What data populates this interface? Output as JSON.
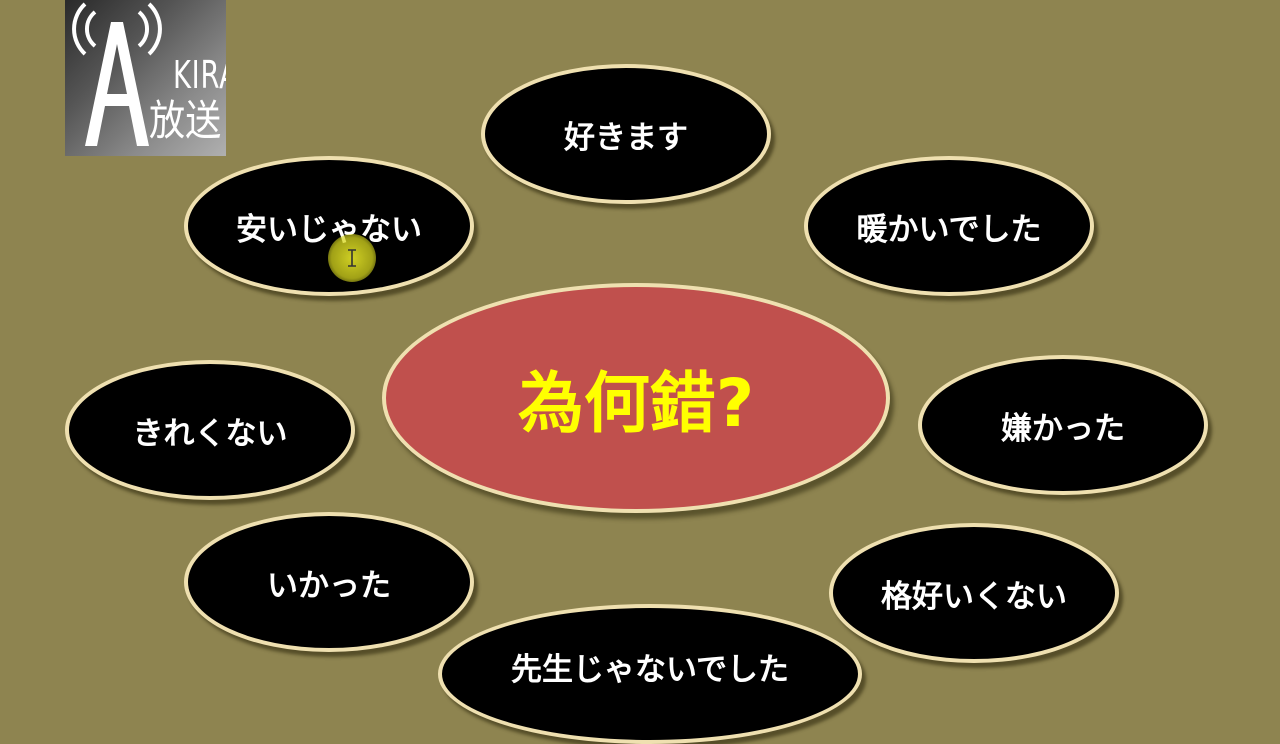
{
  "logo": {
    "letter": "A",
    "kira": "KIRA",
    "hoso": "放送"
  },
  "center": {
    "label": "為何錯?"
  },
  "bubbles": [
    "好きます",
    "安いじゃない",
    "暖かいでした",
    "きれくない",
    "嫌かった",
    "いかった",
    "格好いくない",
    "先生じゃないでした"
  ],
  "colors": {
    "background": "#8e8450",
    "bubble_fill": "#000000",
    "bubble_border": "#efe0b0",
    "center_fill": "#c0504d",
    "center_text": "#ffff00",
    "bubble_text": "#ffffff"
  },
  "cursor": {
    "icon": "text-cursor-icon"
  }
}
